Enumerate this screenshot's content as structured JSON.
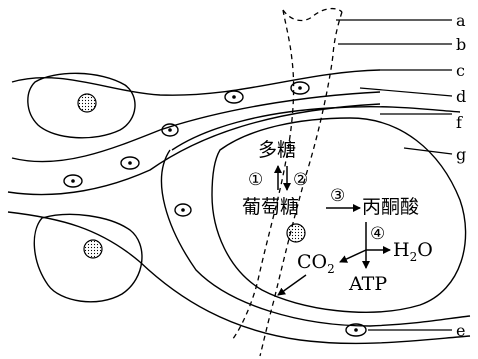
{
  "labels": {
    "a": "a",
    "b": "b",
    "c": "c",
    "d": "d",
    "e": "e",
    "f": "f",
    "g": "g"
  },
  "molecules": {
    "polysaccharide": "多糖",
    "glucose": "葡萄糖",
    "pyruvate": "丙酮酸",
    "co2_main": "CO",
    "co2_sub": "2",
    "h2o_h": "H",
    "h2o_sub": "2",
    "h2o_o": "O",
    "atp": "ATP"
  },
  "steps": {
    "s1": "①",
    "s2": "②",
    "s3": "③",
    "s4": "④"
  }
}
